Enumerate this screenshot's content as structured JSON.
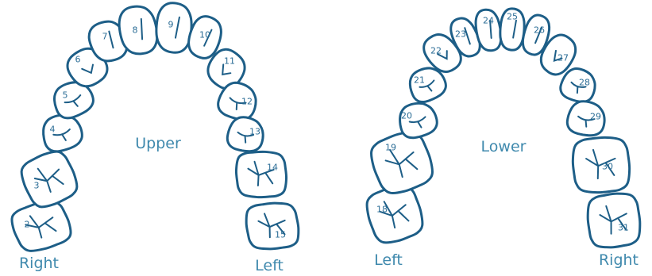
{
  "upper_arch": {
    "label": "Upper",
    "side_left_of_image": "Right",
    "side_right_of_image": "Left",
    "teeth": [
      "2",
      "3",
      "4",
      "5",
      "6",
      "7",
      "8",
      "9",
      "10",
      "11",
      "12",
      "13",
      "14",
      "15"
    ]
  },
  "lower_arch": {
    "label": "Lower",
    "side_left_of_image": "Left",
    "side_right_of_image": "Right",
    "teeth": [
      "18",
      "19",
      "20",
      "21",
      "22",
      "23",
      "24",
      "25",
      "26",
      "27",
      "28",
      "29",
      "30",
      "31"
    ]
  },
  "colors": {
    "outline": "#1d5e87",
    "label_text": "#3f89ad"
  }
}
